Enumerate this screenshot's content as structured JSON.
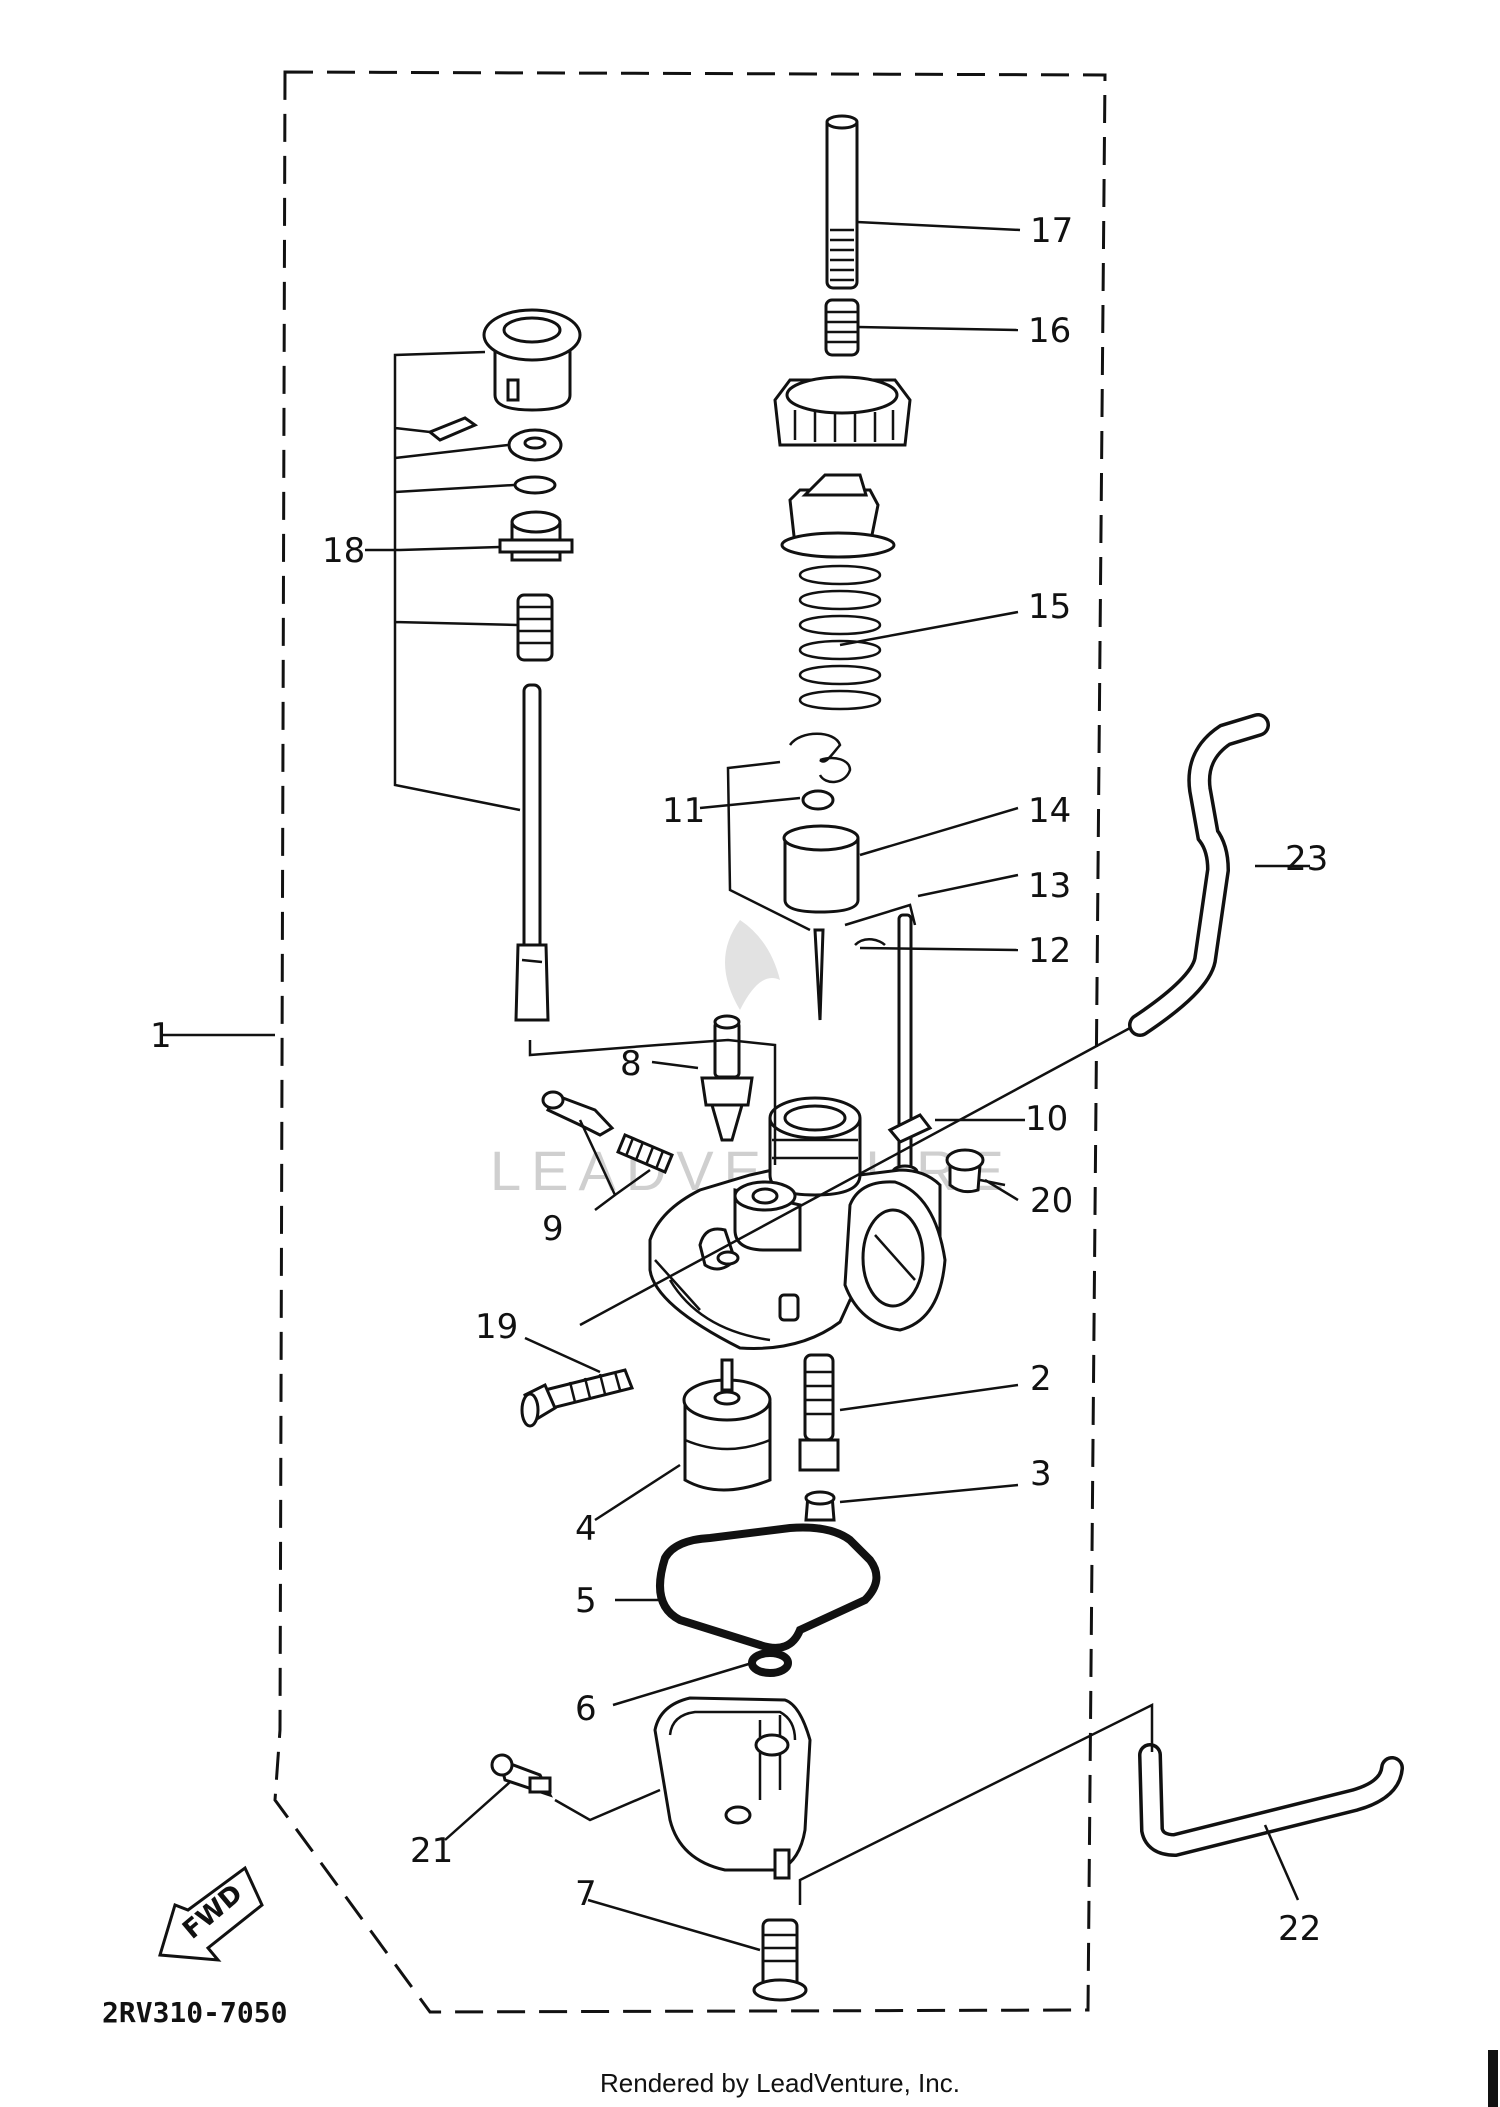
{
  "diagram": {
    "part_code": "2RV310-7050",
    "footer": "Rendered by LeadVenture, Inc.",
    "watermark": "LEADVENTURE",
    "fwd_label": "FWD",
    "callouts": [
      {
        "id": "1",
        "label": "1"
      },
      {
        "id": "2",
        "label": "2"
      },
      {
        "id": "3",
        "label": "3"
      },
      {
        "id": "4",
        "label": "4"
      },
      {
        "id": "5",
        "label": "5"
      },
      {
        "id": "6",
        "label": "6"
      },
      {
        "id": "7",
        "label": "7"
      },
      {
        "id": "8",
        "label": "8"
      },
      {
        "id": "9",
        "label": "9"
      },
      {
        "id": "10",
        "label": "10"
      },
      {
        "id": "11",
        "label": "11"
      },
      {
        "id": "12",
        "label": "12"
      },
      {
        "id": "13",
        "label": "13"
      },
      {
        "id": "14",
        "label": "14"
      },
      {
        "id": "15",
        "label": "15"
      },
      {
        "id": "16",
        "label": "16"
      },
      {
        "id": "17",
        "label": "17"
      },
      {
        "id": "18",
        "label": "18"
      },
      {
        "id": "19",
        "label": "19"
      },
      {
        "id": "20",
        "label": "20"
      },
      {
        "id": "21",
        "label": "21"
      },
      {
        "id": "22",
        "label": "22"
      },
      {
        "id": "23",
        "label": "23"
      }
    ]
  }
}
